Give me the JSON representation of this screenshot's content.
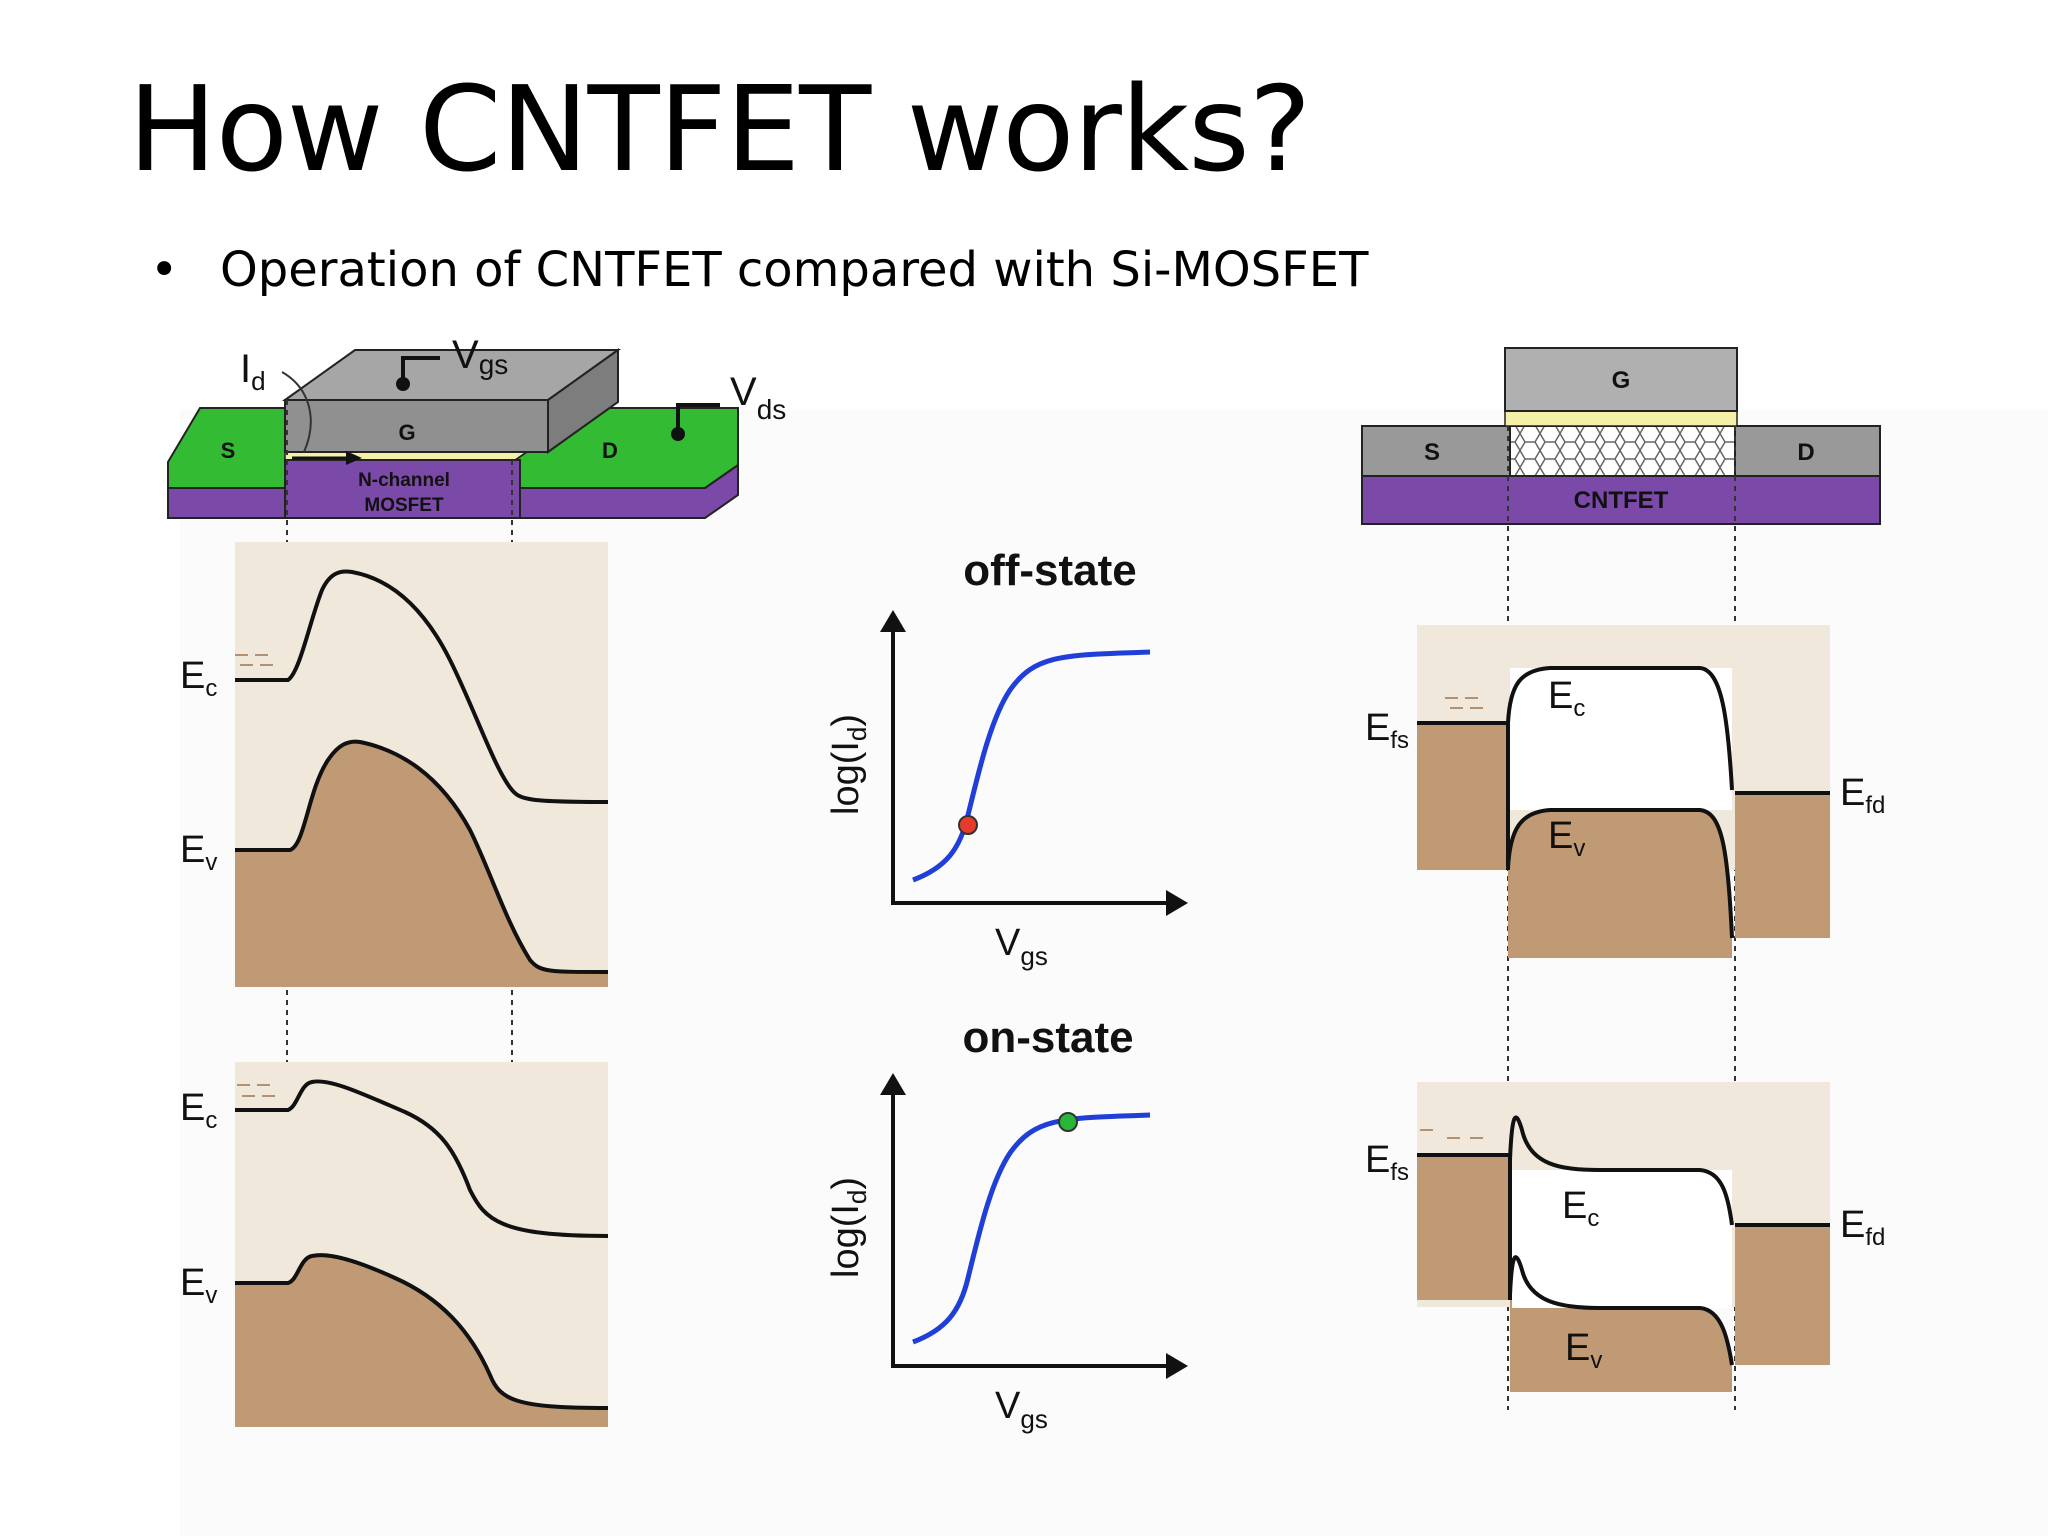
{
  "slide": {
    "title": "How CNTFET works?",
    "bullet": "Operation of CNTFET compared with Si-MOSFET"
  },
  "mosfet": {
    "terminal_s": "S",
    "terminal_g": "G",
    "terminal_d": "D",
    "name_line1": "N-channel",
    "name_line2": "MOSFET",
    "current": "I",
    "current_sub": "d",
    "vgs": "V",
    "vgs_sub": "gs",
    "vds": "V",
    "vds_sub": "ds",
    "band_ec": "E",
    "band_ec_sub": "c",
    "band_ev": "E",
    "band_ev_sub": "v"
  },
  "transfer": {
    "off_title": "off-state",
    "on_title": "on-state",
    "ylabel": "log(I",
    "ylabel_sub": "d",
    "ylabel_end": ")",
    "xlabel": "V",
    "xlabel_sub": "gs"
  },
  "cntfet": {
    "terminal_g": "G",
    "terminal_s": "S",
    "terminal_d": "D",
    "name": "CNTFET",
    "efs": "E",
    "efs_sub": "fs",
    "efd": "E",
    "efd_sub": "fd",
    "ec": "E",
    "ec_sub": "c",
    "ev": "E",
    "ev_sub": "v"
  },
  "colors": {
    "green": "#33bb33",
    "purple": "#7b4aa8",
    "gray": "#a9a9a9",
    "gate_oxide": "#f5f0a8",
    "band_fill": "#c09a74",
    "gap_fill": "#f1e8dc",
    "curve": "#1f3fd8",
    "off_point": "#e53b2b",
    "on_point": "#27b53a"
  }
}
